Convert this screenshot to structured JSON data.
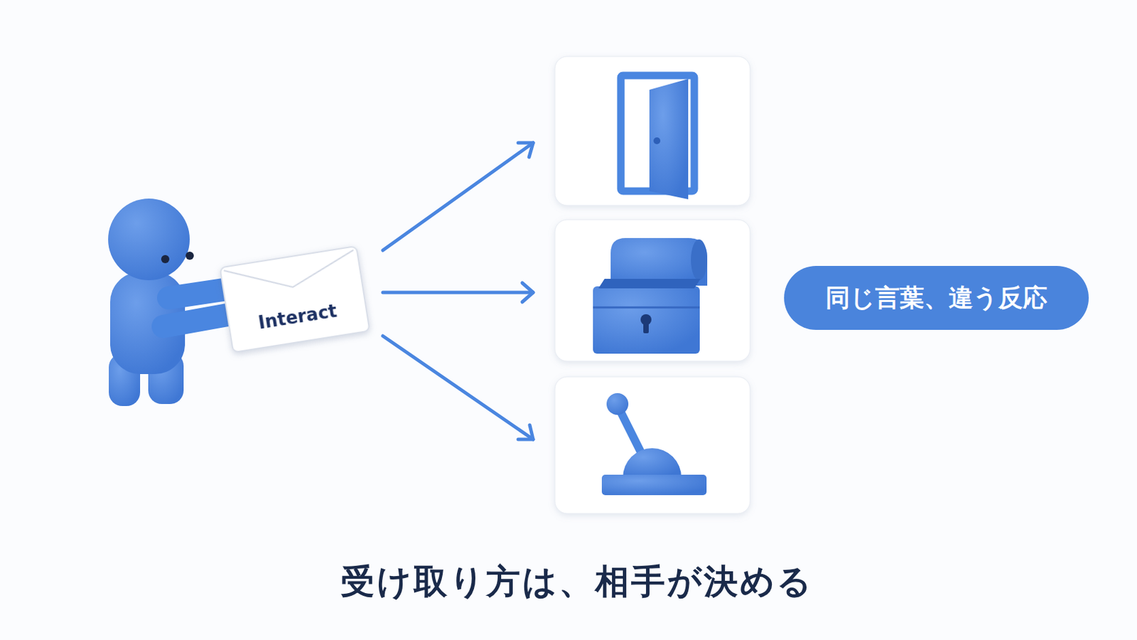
{
  "diagram": {
    "caption": "受け取り方は、相手が決める",
    "nodes": [
      {
        "text": [
          "Interact"
        ]
      },
      {
        "text": [
          "同じ言葉、違う反応"
        ]
      }
    ]
  }
}
